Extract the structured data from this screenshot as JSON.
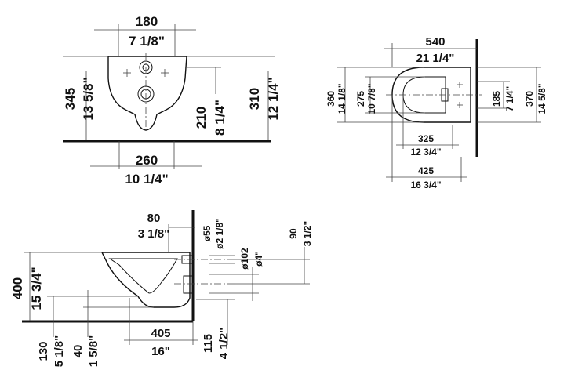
{
  "front_view": {
    "width_mm": "180",
    "width_in": "7 1/8\"",
    "height_mm": "345",
    "height_in": "13 5/8\"",
    "fix_mm": "210",
    "fix_in": "8 1/4\"",
    "top_mm": "310",
    "top_in": "12 1/4\"",
    "base_mm": "260",
    "base_in": "10 1/4\""
  },
  "top_view": {
    "length_mm": "540",
    "length_in": "21 1/4\"",
    "width_mm": "360",
    "width_in": "14 1/8\"",
    "inner_mm": "275",
    "inner_in": "10 7/8\"",
    "seat_mm": "185",
    "seat_in": "7 1/4\"",
    "outer_mm": "370",
    "outer_in": "14 5/8\"",
    "bowl_mm": "325",
    "bowl_in": "12 3/4\"",
    "overall_mm": "425",
    "overall_in": "16 3/4\""
  },
  "side_view": {
    "inlet_mm": "80",
    "inlet_in": "3 1/8\"",
    "inlet_dia_mm": "ø55",
    "inlet_dia_in": "ø2 1/8\"",
    "outlet_dia_mm": "ø102",
    "outlet_dia_in": "ø4\"",
    "offset_mm": "90",
    "offset_in": "3 1/2\"",
    "height_mm": "400",
    "height_in": "15 3/4\"",
    "floor_mm": "130",
    "floor_in": "5 1/8\"",
    "bottom_mm": "40",
    "bottom_in": "1 5/8\"",
    "depth_mm": "405",
    "depth_in": "16\"",
    "drain_mm": "115",
    "drain_in": "4 1/2\""
  }
}
